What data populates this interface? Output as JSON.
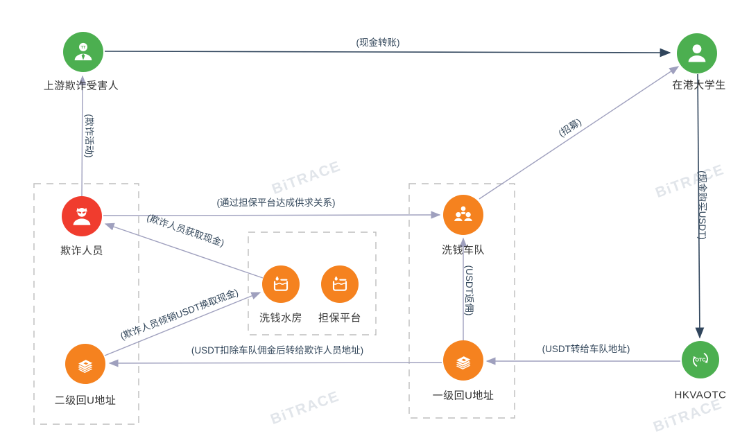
{
  "diagram": {
    "watermark": "BiTRACE",
    "colors": {
      "node_green": "#4CAF50",
      "node_orange": "#F5821F",
      "node_red": "#F03C2E",
      "edge_light": "#9FA0BE",
      "edge_dark": "#30455C",
      "dashed_box": "#BDBDBD"
    },
    "nodes": [
      {
        "label": "上游欺诈受害人",
        "icon": "businessman-icon",
        "color": "#4CAF50",
        "icon_text": "TT"
      },
      {
        "label": "在港大学生",
        "icon": "person-icon",
        "color": "#4CAF50"
      },
      {
        "label": "欺诈人员",
        "icon": "masked-fraudster-icon",
        "color": "#F03C2E"
      },
      {
        "label": "洗钱车队",
        "icon": "people-group-icon",
        "color": "#F5821F"
      },
      {
        "label": "洗钱水房",
        "icon": "water-tank-icon",
        "color": "#F5821F"
      },
      {
        "label": "担保平台",
        "icon": "water-tank-icon",
        "color": "#F5821F"
      },
      {
        "label": "二级回U地址",
        "icon": "cash-stack-icon",
        "color": "#F5821F"
      },
      {
        "label": "一级回U地址",
        "icon": "cash-stack-icon",
        "color": "#F5821F"
      },
      {
        "label": "HKVAOTC",
        "icon": "otc-icon",
        "color": "#4CAF50",
        "icon_text": "OTC"
      }
    ],
    "edges": [
      {
        "label": "(现金转账)",
        "from": "上游欺诈受害人",
        "to": "在港大学生"
      },
      {
        "label": "(欺诈活动)",
        "from": "欺诈人员",
        "to": "上游欺诈受害人"
      },
      {
        "label": "(通过担保平台达成供求关系)",
        "from": "欺诈人员",
        "to": "洗钱车队"
      },
      {
        "label": "(招募)",
        "from": "洗钱车队",
        "to": "在港大学生"
      },
      {
        "label": "(现金购买USDT)",
        "from": "在港大学生",
        "to": "HKVAOTC"
      },
      {
        "label": "(欺诈人员获取现金)",
        "from": "洗钱水房",
        "to": "欺诈人员"
      },
      {
        "label": "(欺诈人员倾销USDT换取现金)",
        "from": "二级回U地址",
        "to": "洗钱水房"
      },
      {
        "label": "(USDT返佣)",
        "from": "一级回U地址",
        "to": "洗钱车队"
      },
      {
        "label": "(USDT转给车队地址)",
        "from": "HKVAOTC",
        "to": "一级回U地址"
      },
      {
        "label": "(USDT扣除车队佣金后转给欺诈人员地址)",
        "from": "一级回U地址",
        "to": "二级回U地址"
      }
    ]
  }
}
